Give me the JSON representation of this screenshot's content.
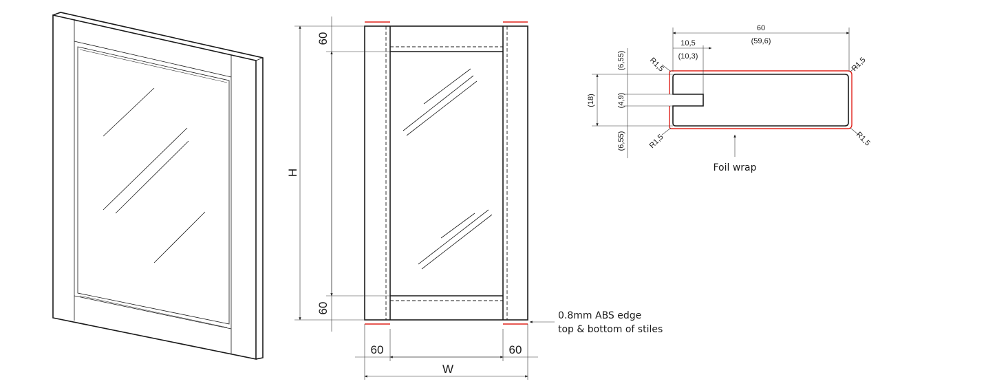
{
  "front": {
    "height_label": "H",
    "width_label": "W",
    "top_rail": "60",
    "bottom_rail": "60",
    "left_stile": "60",
    "right_stile": "60",
    "edge_note_line1": "0.8mm ABS edge",
    "edge_note_line2": "top & bottom of stiles"
  },
  "section": {
    "width": "60",
    "width_alt": "(59,6)",
    "groove_depth": "10,5",
    "groove_depth_alt": "(10,3)",
    "thickness": "(18)",
    "groove_width": "(4,9)",
    "top_offset": "(6,55)",
    "bottom_offset": "(6,55)",
    "radius_tl": "R1,5",
    "radius_tr": "R1,5",
    "radius_bl": "R1,5",
    "radius_br": "R1,5",
    "foil_label": "Foil wrap"
  },
  "colors": {
    "edge_highlight": "#e0231c",
    "line": "#1a1a1a"
  }
}
